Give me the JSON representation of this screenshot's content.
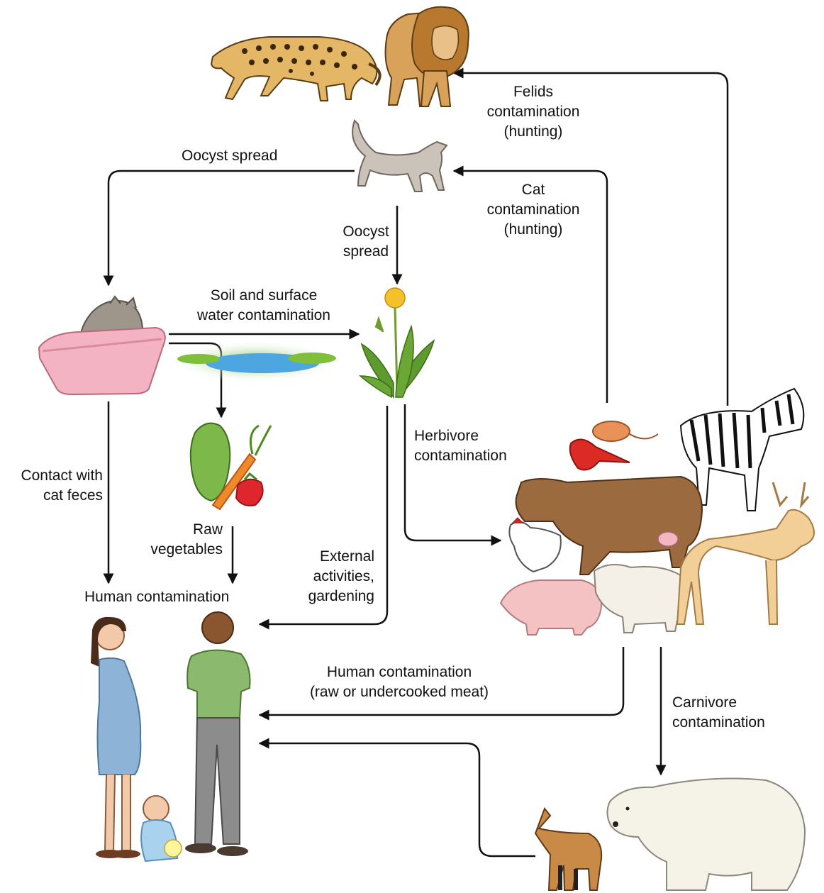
{
  "labels": {
    "felids": [
      "Felids",
      "contamination",
      "(hunting)"
    ],
    "cat": [
      "Cat",
      "contamination",
      "(hunting)"
    ],
    "oocyst_spread_left": [
      "Oocyst spread"
    ],
    "oocyst_spread_down": [
      "Oocyst",
      "spread"
    ],
    "soil_water": [
      "Soil and surface",
      "water contamination"
    ],
    "herbivore": [
      "Herbivore",
      "contamination"
    ],
    "contact_feces": [
      "Contact with",
      "cat feces"
    ],
    "raw_vegetables": [
      "Raw",
      "vegetables"
    ],
    "external_activities": [
      "External",
      "activities,",
      "gardening"
    ],
    "human_contamination_title": [
      "Human contamination"
    ],
    "human_meat": [
      "Human contamination",
      "(raw or undercooked meat)"
    ],
    "carnivore": [
      "Carnivore",
      "contamination"
    ]
  },
  "icons": [
    "jaguar-icon",
    "lion-icon",
    "cat-icon",
    "litter-box-cat-icon",
    "pond-icon",
    "dandelion-icon",
    "vegetables-icon",
    "herbivores-icon",
    "humans-icon",
    "fox-icon",
    "polar-bear-icon"
  ],
  "colors": {
    "arrow": "#111111",
    "text": "#111111"
  }
}
